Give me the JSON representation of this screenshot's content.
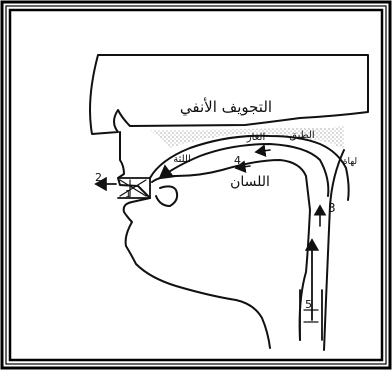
{
  "labels": {
    "nasal_cavity": "التجويف الأنفي",
    "soft_palate": "الطبق",
    "hard_palate": "الغار",
    "alveolar_ridge": "اللثة",
    "tongue": "اللسان",
    "uvula": "لهاة",
    "arrow_1": "1",
    "arrow_2": "2",
    "arrow_3": "3",
    "arrow_4": "4",
    "arrow_5": "5"
  }
}
